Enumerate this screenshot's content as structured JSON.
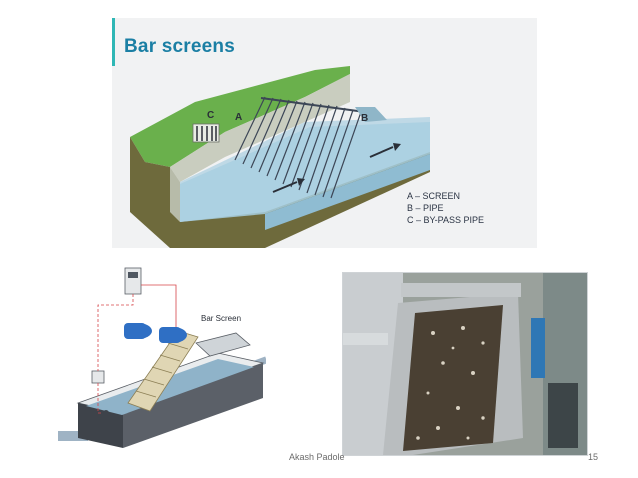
{
  "slide": {
    "title": "Bar screens",
    "top_diagram": {
      "labels": {
        "a": "A",
        "b": "B",
        "c": "C"
      },
      "legend": [
        "A – SCREEN",
        "B – PIPE",
        "C – BY-PASS PIPE"
      ]
    },
    "left_diagram": {
      "label": "Bar Screen"
    },
    "footer": {
      "author": "Akash Padole",
      "page_number": "15"
    }
  },
  "colors": {
    "title": "#1b7fa4",
    "accent": "#2fb7b5",
    "grass": "#6ab04c",
    "soil": "#6e6a3c",
    "water": "#a8cfe0",
    "motor_blue": "#2f6fc4",
    "wire_red": "#d6454a"
  },
  "icons": [
    "flow-arrow-icon",
    "motor-icon",
    "control-box-icon",
    "sensor-icon"
  ]
}
